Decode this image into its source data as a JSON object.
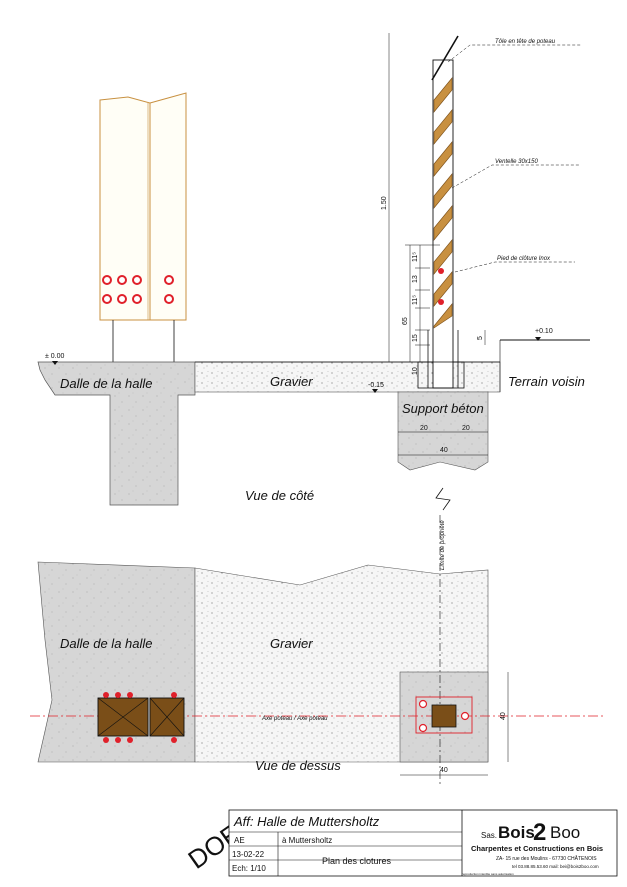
{
  "side_view": {
    "caption": "Vue de côté",
    "slab_label": "Dalle de la halle",
    "gravel_label": "Gravier",
    "neighbor_label": "Terrain voisin",
    "support_label": "Support béton",
    "level_000": "± 0.00",
    "level_m015": "-0.15",
    "level_010": "+0.10",
    "note_cap": "Tôle en tête de poteau",
    "note_slat": "Ventelle 30x150",
    "note_foot": "Pied de clôture Inox",
    "dim_height": "1.50",
    "dim_65": "65",
    "dim_11a": "11⁵",
    "dim_13a": "13",
    "dim_11b": "11⁵",
    "dim_15": "15",
    "dim_10": "10",
    "dim_5": "5",
    "dim_20a": "20",
    "dim_20b": "20",
    "dim_40": "40"
  },
  "plan_view": {
    "caption": "Vue de dessus",
    "slab_label": "Dalle de la halle",
    "gravel_label": "Gravier",
    "axis_label": "Axe poteau / Axe poteau",
    "property_line_label": "Limite de propriété",
    "dim_40_horizontal": "40",
    "dim_40_vertical": "40"
  },
  "title_block": {
    "stamp": "DOE",
    "project": "Aff: Halle de Muttersholtz",
    "location": "à  Muttersholtz",
    "drawing_title": "Plan des clotures",
    "author": "AE",
    "date": "13-02-22",
    "scale": "Ech:   1/10",
    "company_prefix": "Sas.",
    "company_name_a": "Bois",
    "company_name_b": "2",
    "company_name_c": "Boo",
    "company_tagline": "Charpentes et Constructions en Bois",
    "company_address": "ZA- 15 rue des Moulins - 67730 CHÂTENOIS",
    "company_contact": "tel 03.88.85.53.60     mail: bei@bois2boo.com",
    "company_fine_print": "reproduction interdite sans autorisation"
  },
  "colors": {
    "wood": "#c89040",
    "wood_dark": "#7a4e18",
    "concrete": "#d9d9d9",
    "gravel": "#f4f4f4",
    "axis_red": "#e0202a",
    "line": "#111111"
  }
}
